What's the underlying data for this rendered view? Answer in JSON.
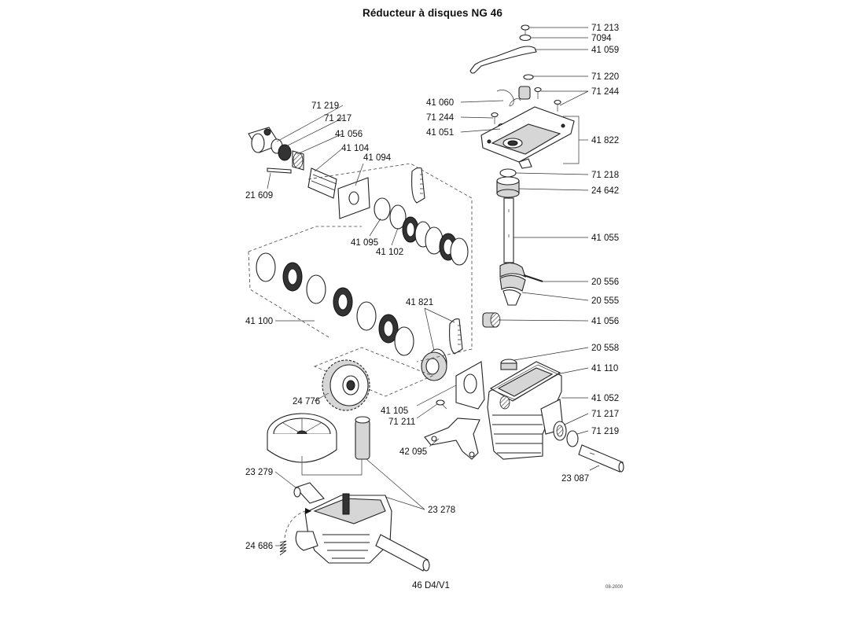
{
  "title": "Réducteur à disques NG 46",
  "page_code": "46 D4/V1",
  "date_code": "08-2000",
  "callouts": {
    "c71213": "71 213",
    "c7094": "7094",
    "c41059": "41 059",
    "c71220": "71 220",
    "c71244r": "71 244",
    "c41060": "41 060",
    "c71244l": "71 244",
    "c41051": "41 051",
    "c41822": "41 822",
    "c71218": "71 218",
    "c24642": "24 642",
    "c41055": "41 055",
    "c20556": "20 556",
    "c20555": "20 555",
    "c41056r": "41 056",
    "c20558": "20 558",
    "c41110": "41 110",
    "c41052": "41 052",
    "c71217r": "71 217",
    "c71219r": "71 219",
    "c23087": "23 087",
    "c71219l": "71 219",
    "c71217l": "71 217",
    "c41056l": "41 056",
    "c41104": "41 104",
    "c41094": "41 094",
    "c21609": "21 609",
    "c41095": "41 095",
    "c41102": "41 102",
    "c41821": "41 821",
    "c41100": "41 100",
    "c24776": "24 776",
    "c41105": "41 105",
    "c71211": "71 211",
    "c42095": "42 095",
    "c23279": "23 279",
    "c23278": "23 278",
    "c24686": "24 686"
  }
}
